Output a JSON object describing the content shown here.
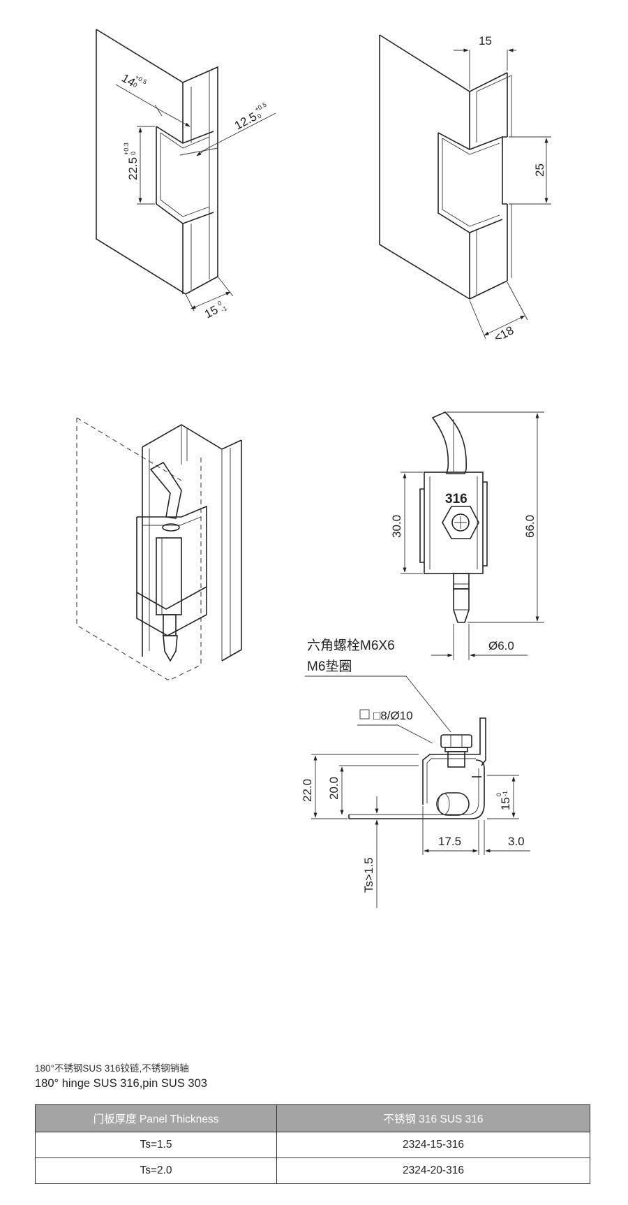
{
  "views": {
    "cutout_dims": {
      "d14": "14",
      "d14_tol_upper": "+0.5",
      "d14_tol_lower": "0",
      "d12_5": "12.5",
      "d12_5_tol_upper": "+0.5",
      "d12_5_tol_lower": "0",
      "d22_5": "22.5",
      "d22_5_tol_upper": "+0.3",
      "d22_5_tol_lower": "0",
      "d15": "15",
      "d15_tol_upper": "0",
      "d15_tol_lower": "-1"
    },
    "frame_dims": {
      "d15": "15",
      "d25": "25",
      "d18": "<18"
    },
    "side_view": {
      "stamp": "316",
      "d30": "30.0",
      "d66": "66.0",
      "dia6": "Ø6.0"
    },
    "section_view": {
      "note_line1": "六角螺栓M6X6",
      "note_line2": "M6垫圈",
      "square_label": "□8/Ø10",
      "d22": "22.0",
      "d20": "20.0",
      "d15": "15",
      "d15_tol_upper": "0",
      "d15_tol_lower": "-1",
      "d17_5": "17.5",
      "d3": "3.0",
      "ts": "Ts>1.5"
    }
  },
  "caption": {
    "line_cn": "180°不锈钢SUS 316铰链,不锈钢销轴",
    "line_en": "180° hinge SUS 316,pin SUS 303"
  },
  "table": {
    "headers": [
      "门板厚度 Panel Thickness",
      "不锈钢 316 SUS 316"
    ],
    "rows": [
      [
        "Ts=1.5",
        "2324-15-316"
      ],
      [
        "Ts=2.0",
        "2324-20-316"
      ]
    ]
  },
  "colors": {
    "line": "#222222",
    "header_bg": "#a4a4a4",
    "header_text": "#ffffff"
  }
}
